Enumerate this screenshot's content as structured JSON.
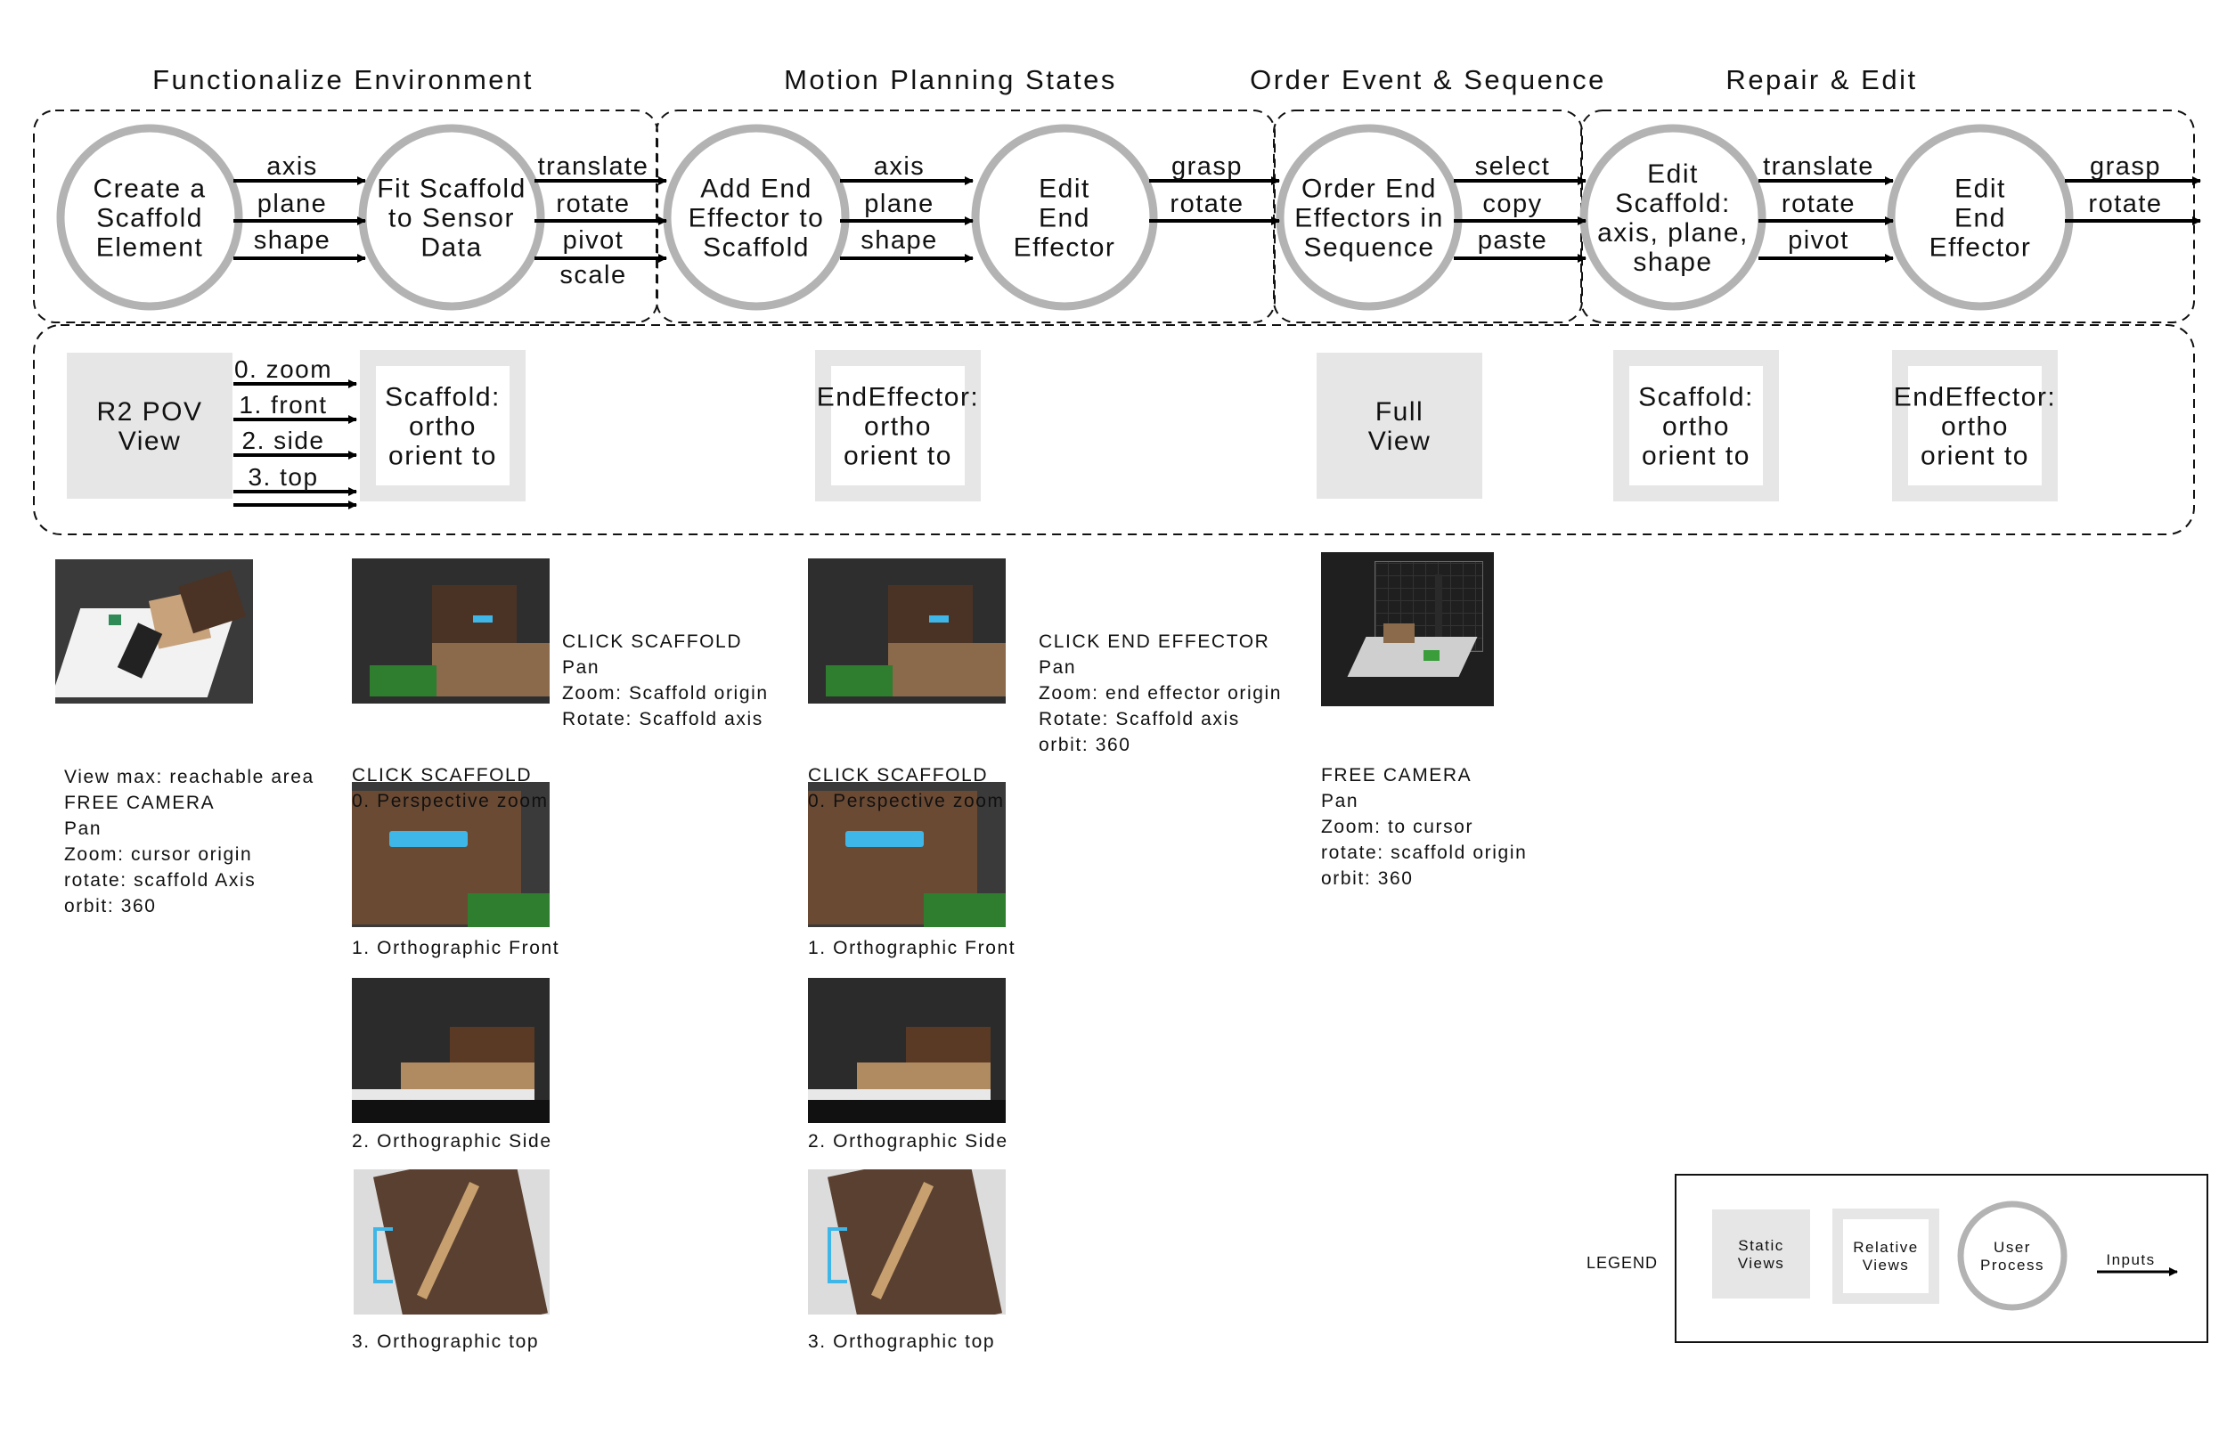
{
  "sections": [
    "Functionalize Environment",
    "Motion Planning States",
    "Order Event & Sequence",
    "Repair & Edit"
  ],
  "processes": [
    {
      "lines": [
        "Create a",
        "Scaffold",
        "Element"
      ]
    },
    {
      "lines": [
        "Fit Scaffold",
        "to Sensor",
        "Data"
      ]
    },
    {
      "lines": [
        "Add End",
        "Effector to",
        "Scaffold"
      ]
    },
    {
      "lines": [
        "Edit",
        "End",
        "Effector"
      ]
    },
    {
      "lines": [
        "Order End",
        "Effectors in",
        "Sequence"
      ]
    },
    {
      "lines": [
        "Edit",
        "Scaffold:",
        "axis, plane,",
        "shape"
      ]
    },
    {
      "lines": [
        "Edit",
        "End",
        "Effector"
      ]
    }
  ],
  "inputs": [
    [
      "axis",
      "plane",
      "shape"
    ],
    [
      "translate",
      "rotate",
      "pivot",
      "scale"
    ],
    [
      "axis",
      "plane",
      "shape"
    ],
    [
      "grasp",
      "rotate"
    ],
    [
      "select",
      "copy",
      "paste"
    ],
    [
      "translate",
      "rotate",
      "pivot"
    ],
    [
      "grasp",
      "rotate"
    ]
  ],
  "views": [
    {
      "type": "static",
      "lines": [
        "R2 POV",
        "View"
      ]
    },
    {
      "type": "relative",
      "lines": [
        "Scaffold:",
        "ortho",
        "orient to"
      ]
    },
    {
      "type": "relative",
      "lines": [
        "EndEffector:",
        "ortho",
        "orient to"
      ]
    },
    {
      "type": "static",
      "lines": [
        "Full",
        "View"
      ]
    },
    {
      "type": "relative",
      "lines": [
        "Scaffold:",
        "ortho",
        "orient to"
      ]
    },
    {
      "type": "relative",
      "lines": [
        "EndEffector:",
        "ortho",
        "orient to"
      ]
    }
  ],
  "view_inputs": [
    "0. zoom",
    "1. front",
    "2. side",
    "3. top"
  ],
  "captions": {
    "r2pov": [
      "View max: reachable area",
      "FREE CAMERA",
      "Pan",
      "Zoom: cursor origin",
      "rotate: scaffold Axis",
      "orbit: 360"
    ],
    "scaffold_click": [
      "CLICK SCAFFOLD",
      "Pan",
      "Zoom: Scaffold origin",
      "Rotate: Scaffold axis"
    ],
    "ee_click": [
      "CLICK END EFFECTOR",
      "Pan",
      "Zoom: end effector origin",
      "Rotate: Scaffold axis",
      "orbit: 360"
    ],
    "full": [
      "FREE CAMERA",
      "Pan",
      "Zoom: to cursor",
      "rotate: scaffold origin",
      "orbit: 360"
    ],
    "col1": [
      "CLICK SCAFFOLD",
      "0. Perspective zoom"
    ],
    "col2": [
      "CLICK SCAFFOLD",
      "0. Perspective zoom"
    ],
    "front": "1. Orthographic Front",
    "side": "2. Orthographic Side",
    "top": "3. Orthographic top"
  },
  "legend": {
    "title": "LEGEND",
    "static": [
      "Static",
      "Views"
    ],
    "relative": [
      "Relative",
      "Views"
    ],
    "process": [
      "User",
      "Process"
    ],
    "inputs": "Inputs"
  },
  "colors": {
    "circle": "#b3b3b3",
    "static_fill": "#e6e6e6",
    "relative_border": "#e6e6e6",
    "dashed": "#111111"
  }
}
